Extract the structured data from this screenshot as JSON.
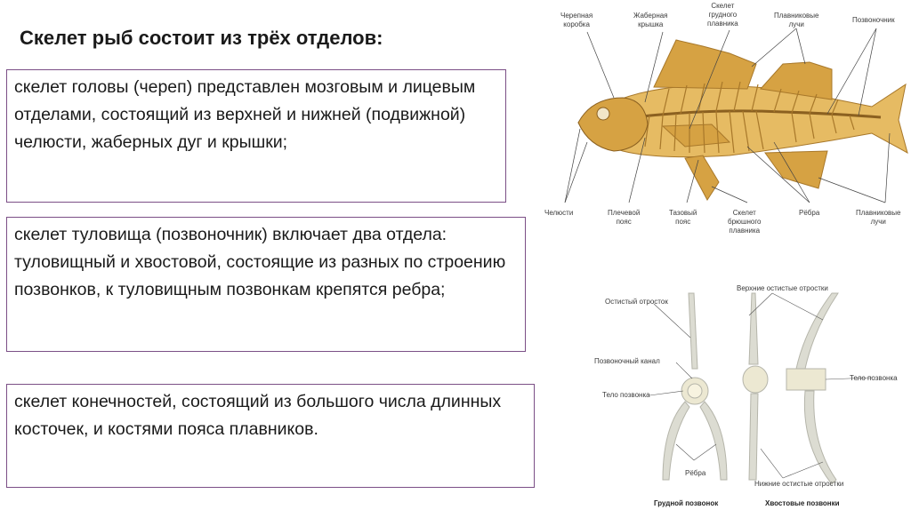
{
  "title": "Скелет рыб состоит из трёх отделов:",
  "boxes": [
    "скелет головы (череп) представлен мозговым и лицевым отделами, состоящий из верхней и нижней (подвижной) челюсти, жаберных дуг и крышки;",
    "скелет туловища (позвоночник) включает два отдела: туловищный и хвостовой, состоящие из разных по строению позвонков, к туловищным позвонкам крепятся ребра;",
    "скелет конечностей, состоящий из большого числа длинных косточек, и костями пояса плавников."
  ],
  "fish_labels": {
    "cranium_1": "Черепная",
    "cranium_2": "коробка",
    "gill_1": "Жаберная",
    "gill_2": "крышка",
    "pectoral_1": "Скелет",
    "pectoral_2": "грудного",
    "pectoral_3": "плавника",
    "rays_top_1": "Плавниковые",
    "rays_top_2": "лучи",
    "spine": "Позвоночник",
    "jaws": "Челюсти",
    "shoulder_1": "Плечевой",
    "shoulder_2": "пояс",
    "pelvic_girdle_1": "Тазовый",
    "pelvic_girdle_2": "пояс",
    "ventral_1": "Скелет",
    "ventral_2": "брюшного",
    "ventral_3": "плавника",
    "ribs": "Рёбра",
    "rays_bottom_1": "Плавниковые",
    "rays_bottom_2": "лучи"
  },
  "vertebra_labels": {
    "spinous": "Остистый отросток",
    "upper_spinous": "Верхние остистые отростки",
    "canal": "Позвоночный канал",
    "body_left": "Тело позвонка",
    "body_right": "Тело позвонка",
    "ribs": "Рёбра",
    "lower_spinous": "Нижние остистые отростки",
    "thoracic": "Грудной позвонок",
    "caudal": "Хвостовые позвонки"
  },
  "colors": {
    "bone": "#d6a243",
    "bone_dark": "#a8782a",
    "vertebra": "#d9d9cf",
    "frame": "#7b4f86"
  }
}
